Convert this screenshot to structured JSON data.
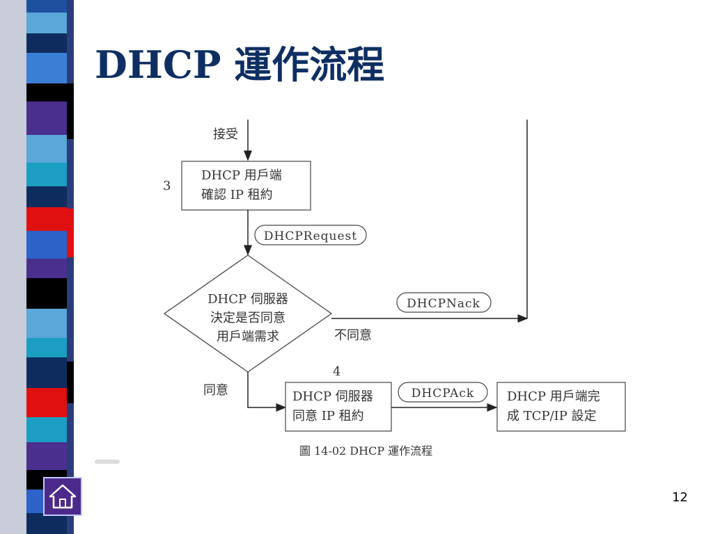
{
  "slide": {
    "title": "DHCP 運作流程",
    "page_number": "12",
    "home_icon": "home-icon"
  },
  "stripe_colors": [
    "#1e50a0",
    "#3a7fd5",
    "#000000",
    "#4a2f8f",
    "#5aa7d8",
    "#0e2c5e",
    "#e01010",
    "#2d62c9",
    "#1b9ec2"
  ],
  "flowchart": {
    "accept_label": "接受",
    "step3_number": "3",
    "box_client_confirm": [
      "DHCP  用戶端",
      "確認 IP 租約"
    ],
    "dhcp_request": "DHCPRequest",
    "decision": [
      "DHCP  伺服器",
      "決定是否同意",
      "用戶端需求"
    ],
    "dhcp_nack": "DHCPNack",
    "disagree_label": "不同意",
    "step4_number": "4",
    "agree_label": "同意",
    "box_server_agree": [
      "DHCP  伺服器",
      "同意 IP 租約"
    ],
    "dhcp_ack": "DHCPAck",
    "box_client_done": [
      "DHCP  用戶端完",
      "成 TCP/IP 設定"
    ],
    "caption": "圖  14-02   DHCP  運作流程"
  }
}
